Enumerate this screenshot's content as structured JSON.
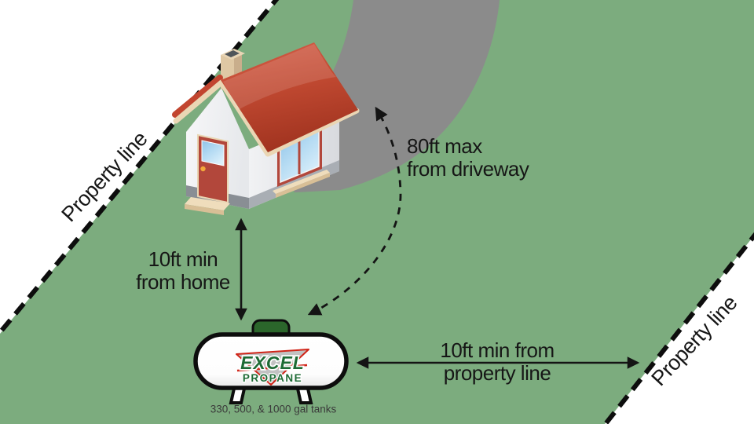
{
  "scene": "propane-tank-placement-diagram",
  "colors": {
    "background": "#ffffff",
    "grass": "#7CAC7E",
    "driveway": "#8B8B8B",
    "line_black": "#141414",
    "roof_red": "#C24A32",
    "trim_cream": "#EAD6B4",
    "tank_dome_green": "#2B662B",
    "logo_green": "#1E6B35",
    "logo_red": "#D02418"
  },
  "labels": {
    "property_line_top_left": "Property line",
    "property_line_bottom_right": "Property line",
    "home_distance": {
      "line1": "10ft min",
      "line2": "from home"
    },
    "driveway_distance": {
      "line1": "80ft max",
      "line2": "from driveway"
    },
    "property_distance": {
      "line1": "10ft min from",
      "line2": "property line"
    },
    "tank_caption": "330, 500, & 1000 gal tanks"
  },
  "tank_logo": {
    "brand": "EXCEL",
    "product": "PROPANE"
  }
}
